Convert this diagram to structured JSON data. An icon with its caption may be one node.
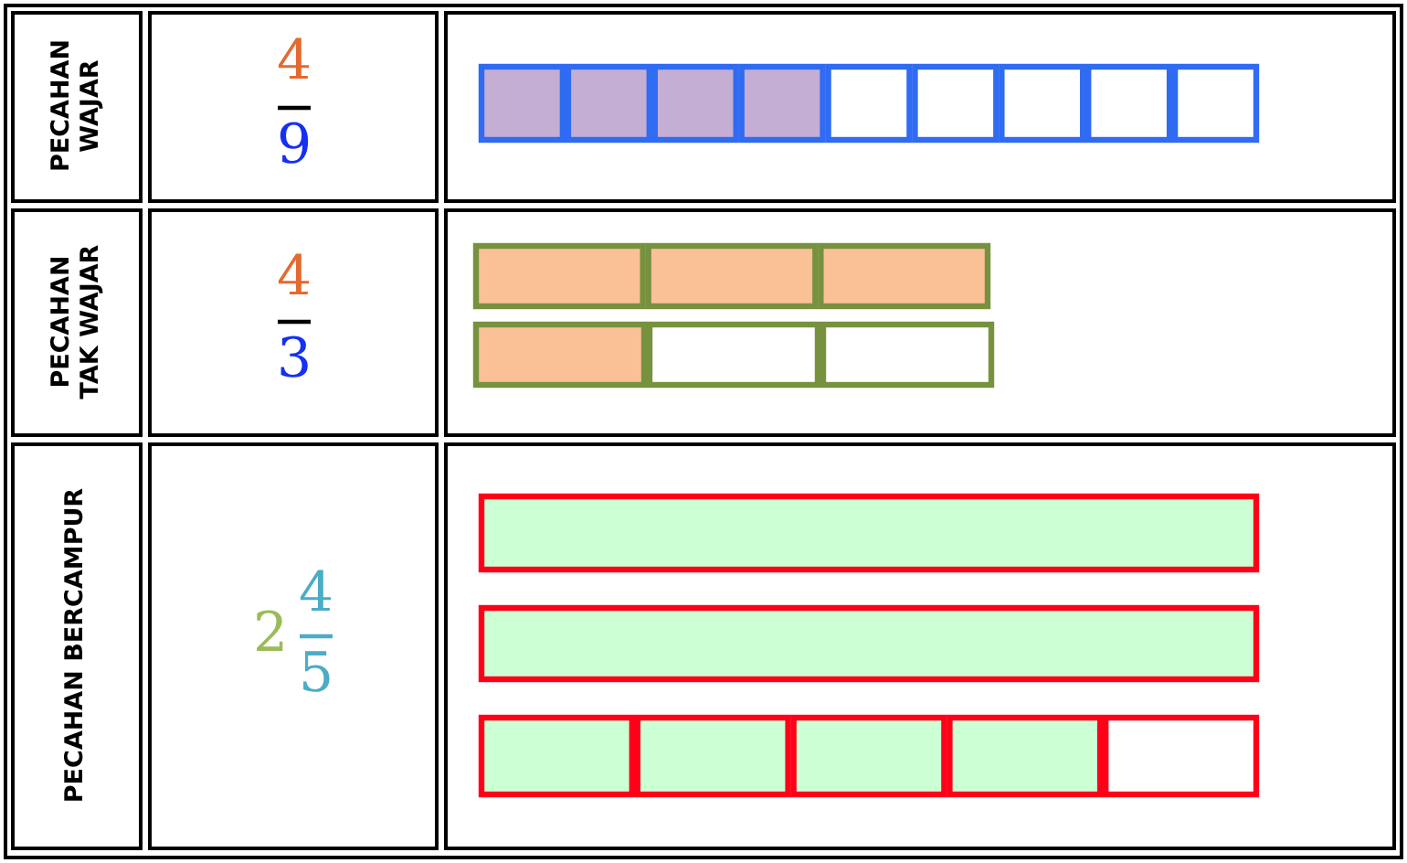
{
  "diagram": {
    "labels": [
      "PECAHAN WAJAR",
      "4",
      "9",
      "PECAHAN TAK WAJAR",
      "4",
      "3",
      "PECAHAN BERCAMPUR",
      "2",
      "4",
      "5"
    ]
  }
}
